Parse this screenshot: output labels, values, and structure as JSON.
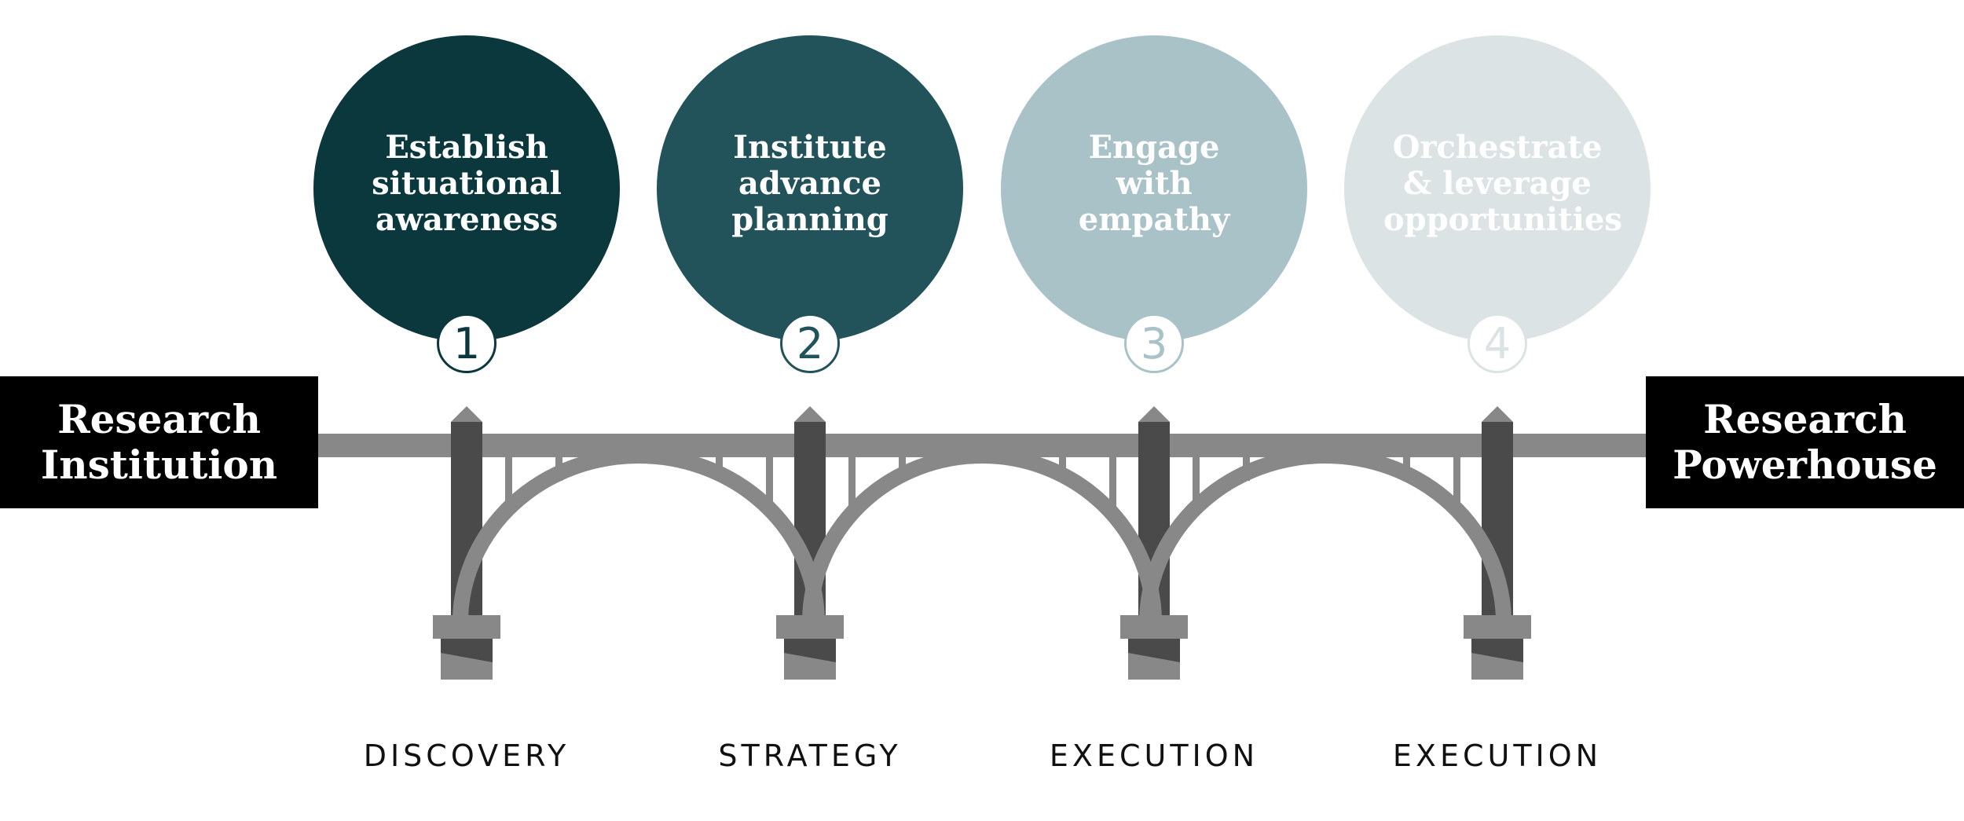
{
  "start": {
    "lines": [
      "Research",
      "Institution"
    ]
  },
  "end": {
    "lines": [
      "Research",
      "Powerhouse"
    ]
  },
  "steps": [
    {
      "number": "1",
      "lines": [
        "Establish",
        "situational",
        "awareness"
      ],
      "phase": "DISCOVERY",
      "circle_color": "#0a383c",
      "text_color": "#ffffff"
    },
    {
      "number": "2",
      "lines": [
        "Institute",
        "advance",
        "planning"
      ],
      "phase": "STRATEGY",
      "circle_color": "#22525a",
      "text_color": "#ffffff"
    },
    {
      "number": "3",
      "lines": [
        "Engage",
        "with",
        "empathy"
      ],
      "phase": "EXECUTION",
      "circle_color": "#a9c2c8",
      "text_color": "#ffffff"
    },
    {
      "number": "4",
      "lines": [
        "Orchestrate",
        "& leverage",
        "opportunities"
      ],
      "phase": "EXECUTION",
      "circle_color": "#dbe3e5",
      "text_color": "#ffffff"
    }
  ],
  "colors": {
    "deck": "#888888",
    "pillar": "#4a4a4a",
    "arch": "#888888",
    "box": "#000000"
  }
}
